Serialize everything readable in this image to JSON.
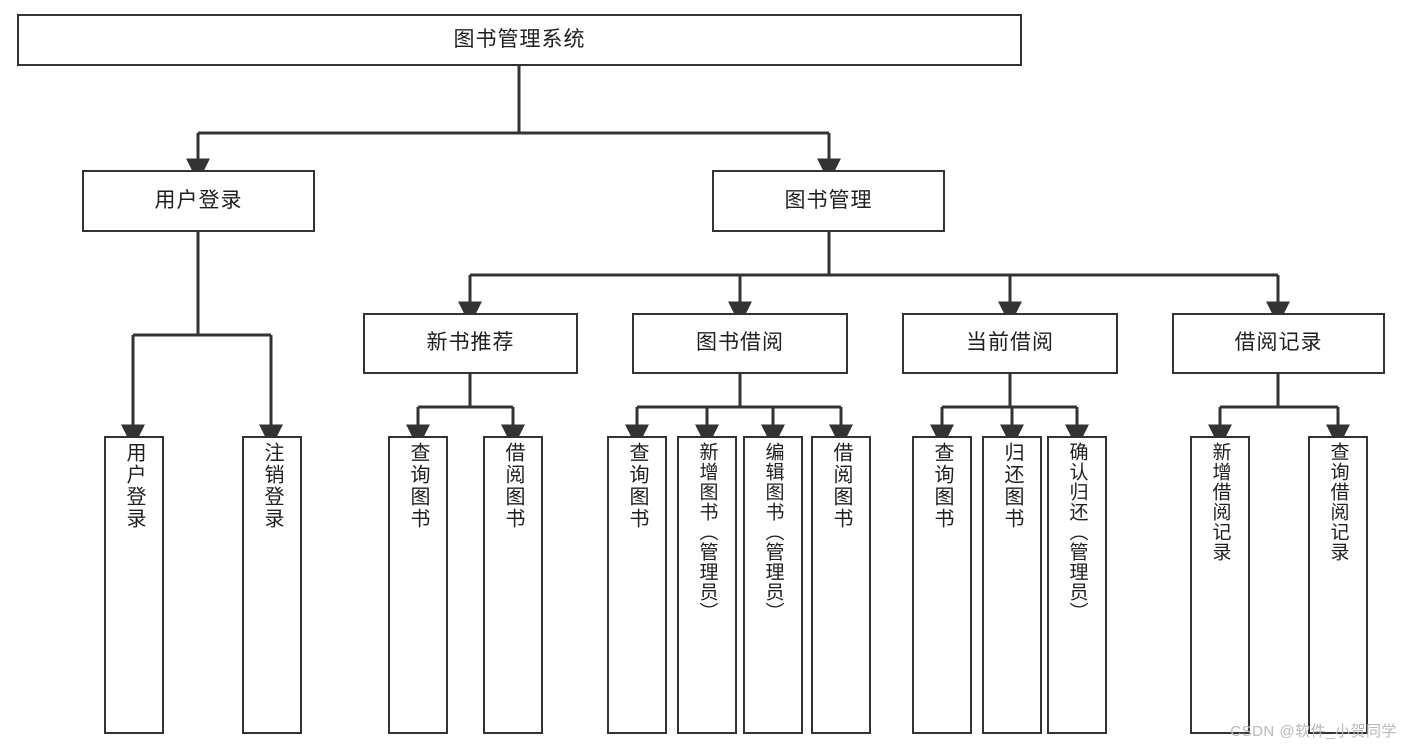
{
  "diagram": {
    "title": "图书管理系统",
    "type": "hierarchy-tree",
    "watermark": "CSDN @软件_小贺同学",
    "colors": {
      "background": "#ffffff",
      "box_border": "#333333",
      "box_fill": "#ffffff",
      "connector": "#333333",
      "text": "#1f1f1f",
      "watermark": "#b9b9b9"
    },
    "levels": [
      {
        "level": 1,
        "nodes": [
          {
            "id": "root",
            "label": "图书管理系统",
            "orientation": "horizontal"
          }
        ]
      },
      {
        "level": 2,
        "nodes": [
          {
            "id": "login",
            "label": "用户登录",
            "orientation": "horizontal",
            "parent": "root"
          },
          {
            "id": "books",
            "label": "图书管理",
            "orientation": "horizontal",
            "parent": "root"
          }
        ]
      },
      {
        "level": 3,
        "nodes": [
          {
            "id": "recommend",
            "label": "新书推荐",
            "orientation": "horizontal",
            "parent": "books"
          },
          {
            "id": "borrow",
            "label": "图书借阅",
            "orientation": "horizontal",
            "parent": "books"
          },
          {
            "id": "current",
            "label": "当前借阅",
            "orientation": "horizontal",
            "parent": "books"
          },
          {
            "id": "records",
            "label": "借阅记录",
            "orientation": "horizontal",
            "parent": "books"
          }
        ]
      },
      {
        "level": 4,
        "nodes": [
          {
            "id": "leaf-login-1",
            "label": "用户登录",
            "orientation": "vertical",
            "parent": "login"
          },
          {
            "id": "leaf-login-2",
            "label": "注销登录",
            "orientation": "vertical",
            "parent": "login"
          },
          {
            "id": "leaf-rec-1",
            "label": "查询图书",
            "orientation": "vertical",
            "parent": "recommend"
          },
          {
            "id": "leaf-rec-2",
            "label": "借阅图书",
            "orientation": "vertical",
            "parent": "recommend"
          },
          {
            "id": "leaf-bor-1",
            "label": "查询图书",
            "orientation": "vertical",
            "parent": "borrow"
          },
          {
            "id": "leaf-bor-2",
            "label": "新增图书（管理员）",
            "orientation": "vertical",
            "parent": "borrow"
          },
          {
            "id": "leaf-bor-3",
            "label": "编辑图书（管理员）",
            "orientation": "vertical",
            "parent": "borrow"
          },
          {
            "id": "leaf-bor-4",
            "label": "借阅图书",
            "orientation": "vertical",
            "parent": "borrow"
          },
          {
            "id": "leaf-cur-1",
            "label": "查询图书",
            "orientation": "vertical",
            "parent": "current"
          },
          {
            "id": "leaf-cur-2",
            "label": "归还图书",
            "orientation": "vertical",
            "parent": "current"
          },
          {
            "id": "leaf-cur-3",
            "label": "确认归还（管理员）",
            "orientation": "vertical",
            "parent": "current"
          },
          {
            "id": "leaf-rcd-1",
            "label": "新增借阅记录",
            "orientation": "vertical",
            "parent": "records"
          },
          {
            "id": "leaf-rcd-2",
            "label": "查询借阅记录",
            "orientation": "vertical",
            "parent": "records"
          }
        ]
      }
    ]
  }
}
